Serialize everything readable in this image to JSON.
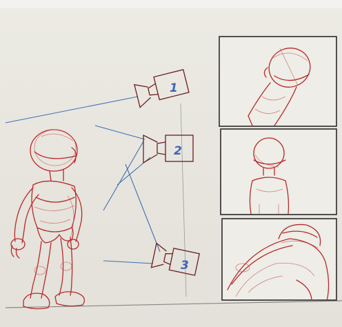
{
  "cameras": [
    {
      "id": 1,
      "label": "1"
    },
    {
      "id": 2,
      "label": "2"
    },
    {
      "id": 3,
      "label": "3"
    }
  ],
  "colors": {
    "paper": "#e9e7e0",
    "sketch_red": "#b8282a",
    "sightline_blue": "#3f6fb2",
    "ink_dark": "#2a2a2a",
    "label_blue": "#3f64b8"
  }
}
